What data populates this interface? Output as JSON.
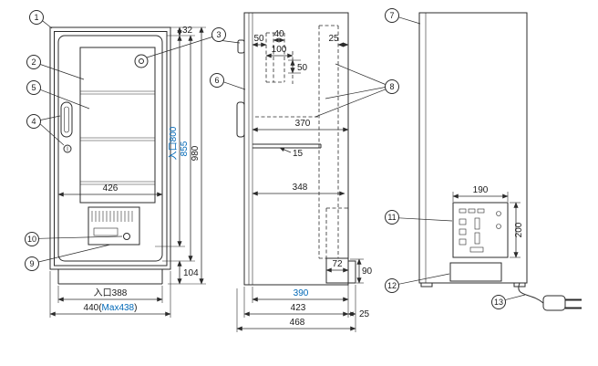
{
  "colors": {
    "line": "#2b2b2b",
    "accent_blue": "#0068b7"
  },
  "callouts": {
    "c1": "1",
    "c2": "2",
    "c3": "3",
    "c4": "4",
    "c5": "5",
    "c6": "6",
    "c7": "7",
    "c8": "8",
    "c9": "9",
    "c10": "10",
    "c11": "11",
    "c12": "12",
    "c13": "13"
  },
  "front": {
    "top_margin": "32",
    "entrance_height": "入口800",
    "door_height": "855",
    "total_height": "980",
    "shelf_width": "426",
    "base_height": "104",
    "entrance_width": "入口388",
    "width_main": "440(",
    "width_max": "Max438",
    "width_close": ")"
  },
  "side": {
    "top_50": "50",
    "top_40": "40",
    "top_100": "100",
    "mid_50": "50",
    "top_25": "25",
    "depth_370": "370",
    "shelf_15": "15",
    "depth_348": "348",
    "box_72": "72",
    "box_90": "90",
    "inner_depth": "390",
    "body_depth": "423",
    "total_depth": "468",
    "rear_25": "25"
  },
  "rear": {
    "panel_width": "190",
    "panel_height": "200"
  }
}
